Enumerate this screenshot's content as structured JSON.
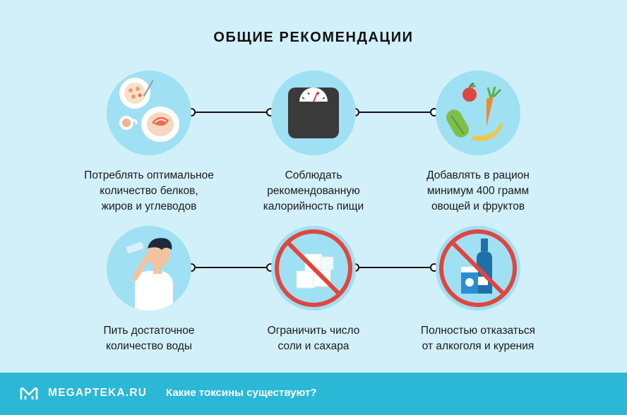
{
  "title": "ОБЩИЕ РЕКОМЕНДАЦИИ",
  "items": [
    {
      "icon": "food-plates-icon",
      "lines": [
        "Потреблять оптимальное",
        "количество белков,",
        "жиров и углеводов"
      ]
    },
    {
      "icon": "scale-icon",
      "lines": [
        "Соблюдать",
        "рекомендованную",
        "калорийность пищи"
      ]
    },
    {
      "icon": "fruits-vegetables-icon",
      "lines": [
        "Добавлять в рацион",
        "минимум 400 грамм",
        "овощей и фруктов"
      ]
    },
    {
      "icon": "drinking-water-icon",
      "lines": [
        "Пить достаточное",
        "количество воды"
      ]
    },
    {
      "icon": "no-sugar-salt-icon",
      "lines": [
        "Ограничить число",
        "соли и сахара"
      ]
    },
    {
      "icon": "no-alcohol-smoking-icon",
      "lines": [
        "Полностью отказаться",
        "от алкоголя и курения"
      ]
    }
  ],
  "footer": {
    "brand": "MEGAPTEKA.RU",
    "link": "Какие токсины существуют?"
  },
  "colors": {
    "background": "#d2f0f9",
    "circle": "#9fe0f3",
    "footer": "#2bb8d6",
    "prohibition": "#e0463f"
  }
}
